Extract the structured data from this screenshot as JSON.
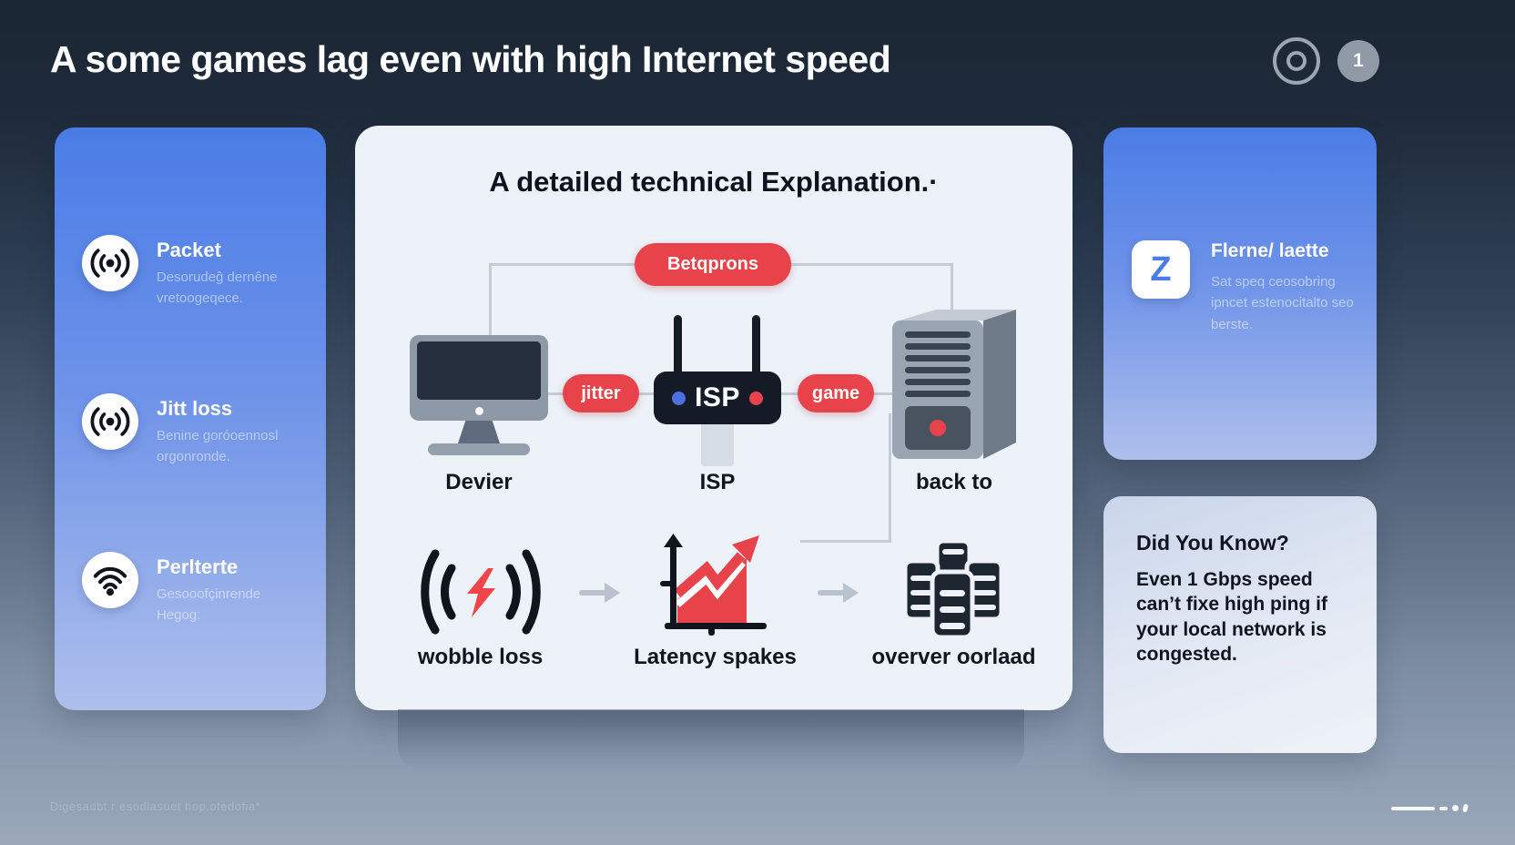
{
  "header": {
    "title": "A some games lag even with high Internet speed",
    "page_badge": "1"
  },
  "left_panel": {
    "items": [
      {
        "icon": "signal-broadcast-icon",
        "title": "Packet",
        "description": "Desorudeĝ dernêne vretoogeqece."
      },
      {
        "icon": "signal-broadcast-icon",
        "title": "Jitt loss",
        "description": "Benine goróoennosl orgonronde."
      },
      {
        "icon": "wifi-icon",
        "title": "Perlterte",
        "description": "Gesooofçinrende Hegog:"
      }
    ]
  },
  "diagram": {
    "title": "A detailed technical Explanation.·",
    "top_pill_label": "Betqprons",
    "jitter_pill_label": "jitter",
    "game_pill_label": "game",
    "router_label": "ISP",
    "node_labels": {
      "device": "Devier",
      "isp": "ISP",
      "server": "back to"
    },
    "bottom_row": [
      {
        "icon": "signal-interference-icon",
        "label": "wobble loss"
      },
      {
        "icon": "latency-chart-icon",
        "label": "Latency spakes"
      },
      {
        "icon": "server-cluster-icon",
        "label": "overver oorlaad"
      }
    ]
  },
  "right_panel": {
    "feature": {
      "icon_glyph": "Z",
      "title": "Flerne/ laette",
      "description": "Sat speq ceosobring ipncet estenocitalto seo berste."
    },
    "did_you_know": {
      "heading": "Did You Know?",
      "body": "Even 1 Gbps speed can’t fixe high ping if your local network is congested."
    }
  },
  "footer": {
    "note": "Digesadbt r esodlasuet hop.otedofia*"
  },
  "colors": {
    "accent_red": "#e8434a",
    "panel_blue": "#4a7ce6",
    "dark_navy": "#1c2734",
    "card_light": "#edf1f8"
  }
}
